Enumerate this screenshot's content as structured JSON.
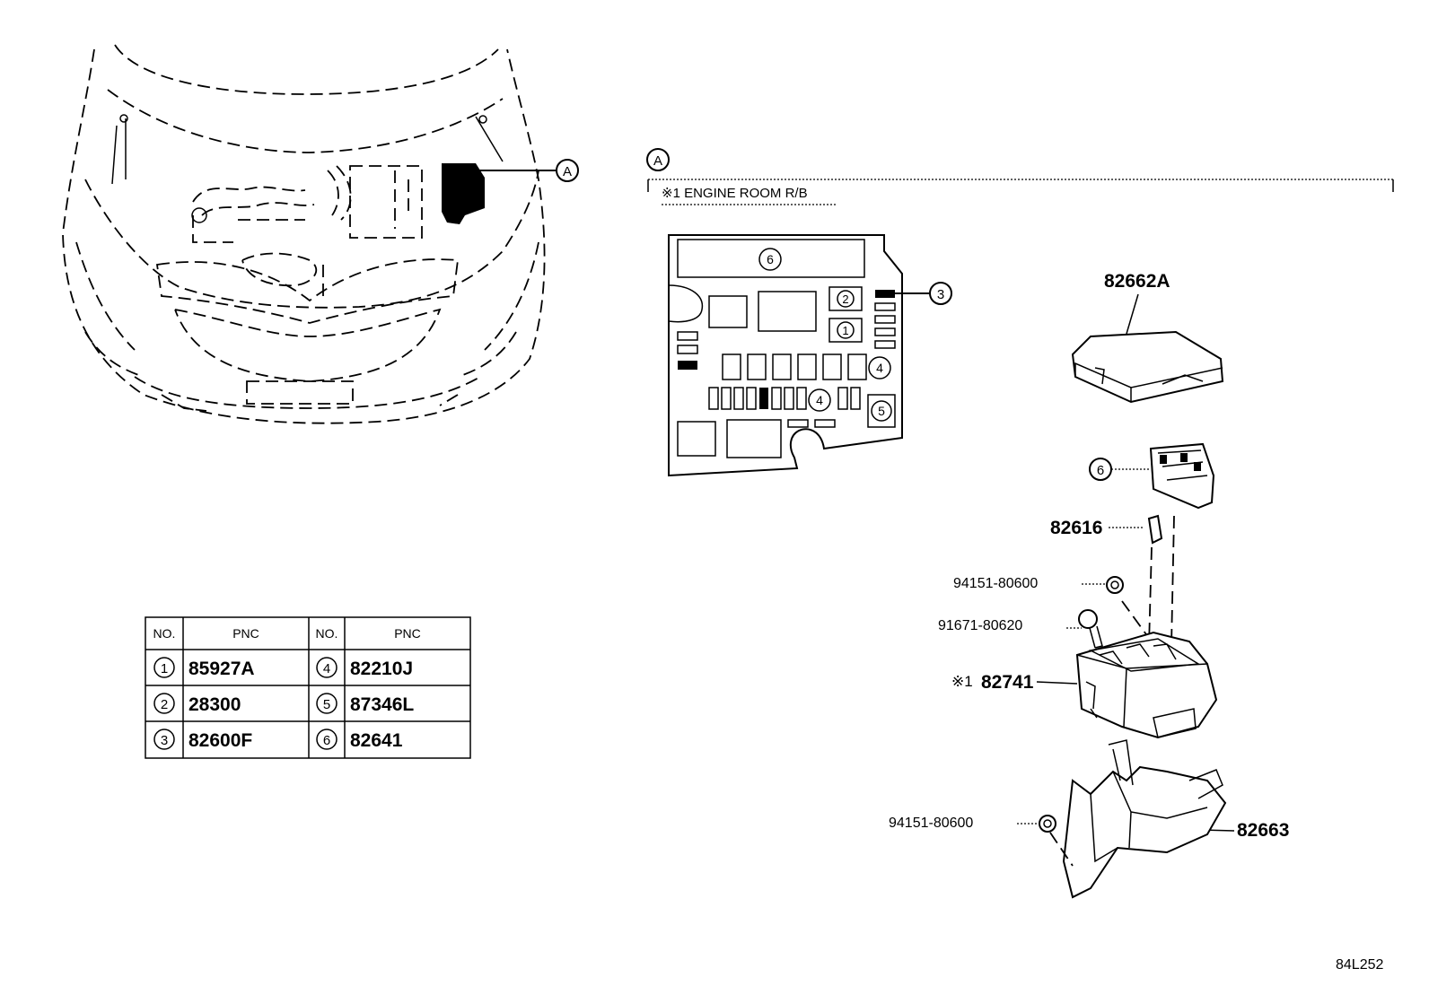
{
  "diagram_code": "84L252",
  "callout_a": "A",
  "section": {
    "label": "A",
    "title": "※1 ENGINE ROOM R/B"
  },
  "layout_numbers": [
    "1",
    "2",
    "3",
    "4",
    "4",
    "5",
    "6"
  ],
  "table": {
    "headers": [
      "NO.",
      "PNC",
      "NO.",
      "PNC"
    ],
    "rows": [
      {
        "no1": "1",
        "pnc1": "85927A",
        "no2": "4",
        "pnc2": "82210J"
      },
      {
        "no1": "2",
        "pnc1": "28300",
        "no2": "5",
        "pnc2": "87346L"
      },
      {
        "no1": "3",
        "pnc1": "82600F",
        "no2": "6",
        "pnc2": "82641"
      }
    ]
  },
  "parts": {
    "cover_upper": "82662A",
    "item6_callout": "6",
    "clip": "82616",
    "screw_top": "94151-80600",
    "bolt": "91671-80620",
    "box_mark": "※1",
    "box": "82741",
    "lower_cover": "82663",
    "screw_bottom": "94151-80600"
  }
}
